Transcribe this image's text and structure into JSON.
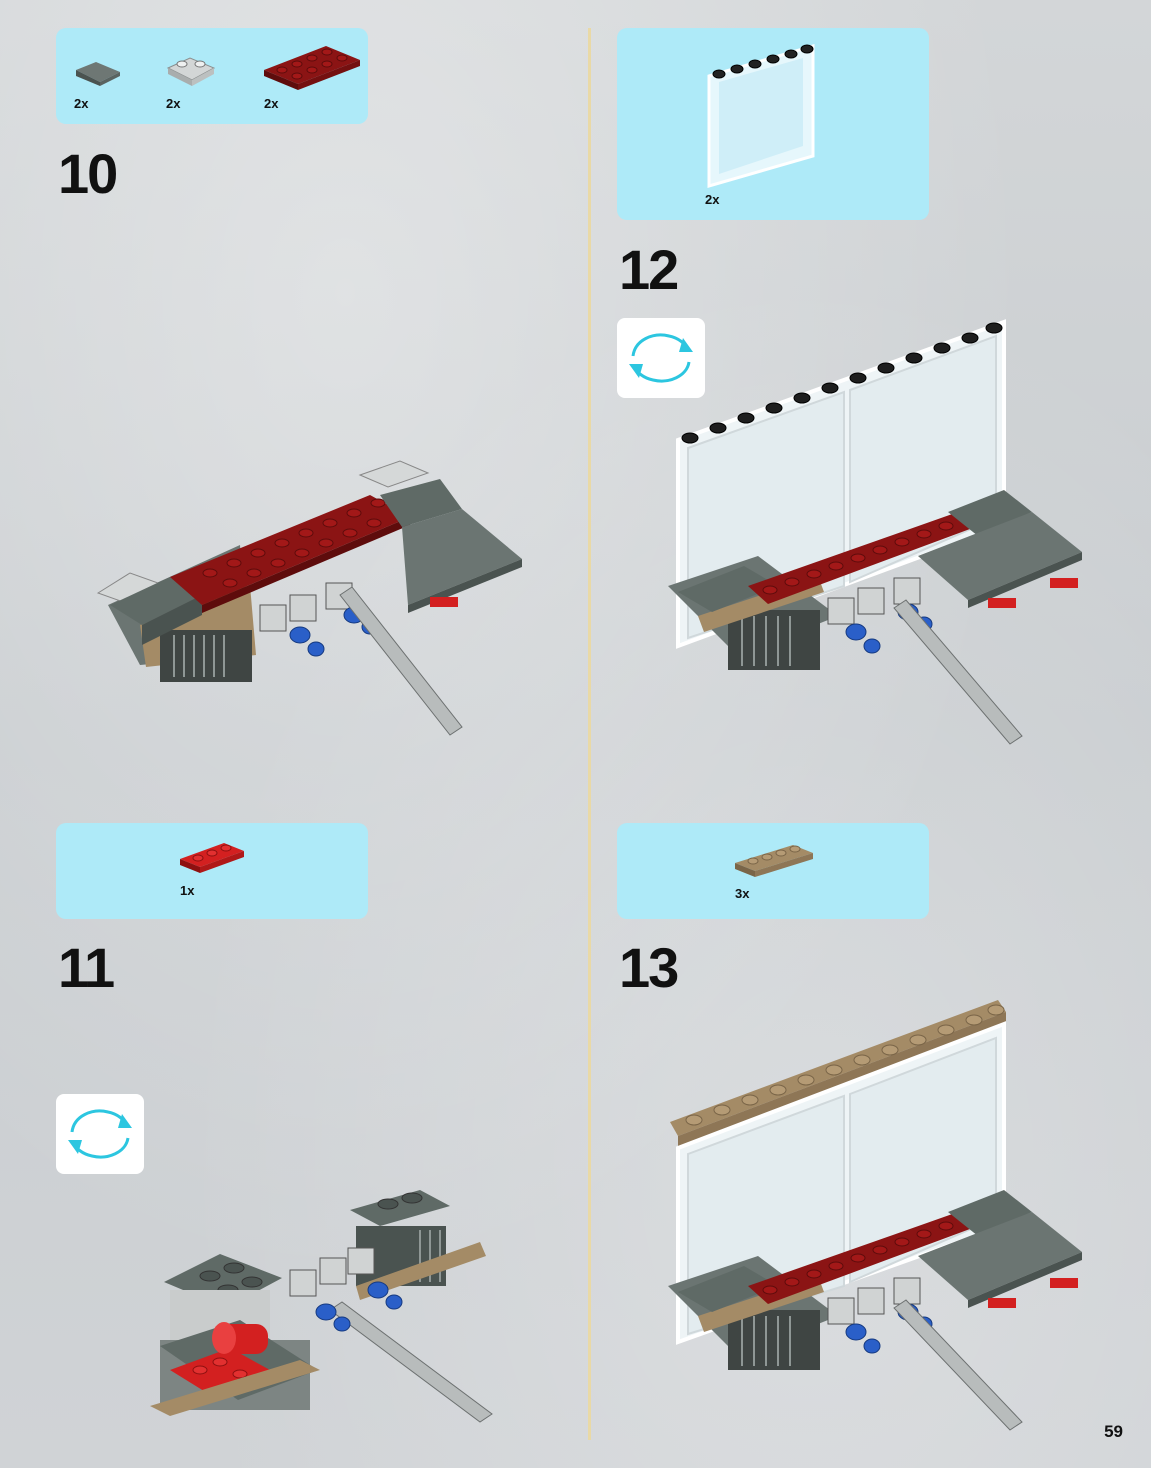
{
  "colors": {
    "parts_box": "#aeeaf8",
    "divider": "#e9d9a6",
    "rotate_arrows": "#2cc6e0",
    "dark_red": "#8b1414",
    "bright_red": "#d32020",
    "dark_grey": "#5f6a66",
    "light_grey": "#c9cccc",
    "tan": "#a48b66",
    "blue": "#2a5fc8"
  },
  "steps": [
    {
      "number": "10",
      "parts": [
        {
          "icon": "dark-grey-slope-icon",
          "qty": "2x"
        },
        {
          "icon": "light-grey-bracket-icon",
          "qty": "2x"
        },
        {
          "icon": "dark-red-plate-2x4-icon",
          "qty": "2x"
        }
      ]
    },
    {
      "number": "11",
      "parts": [
        {
          "icon": "red-plate-1x3-icon",
          "qty": "1x"
        }
      ],
      "rotate": "rotate-model-icon"
    },
    {
      "number": "12",
      "parts": [
        {
          "icon": "clear-panel-1x6x5-icon",
          "qty": "2x"
        }
      ],
      "rotate": "rotate-model-icon"
    },
    {
      "number": "13",
      "parts": [
        {
          "icon": "tan-plate-1x4-icon",
          "qty": "3x"
        }
      ]
    }
  ],
  "page": {
    "number": "59"
  }
}
